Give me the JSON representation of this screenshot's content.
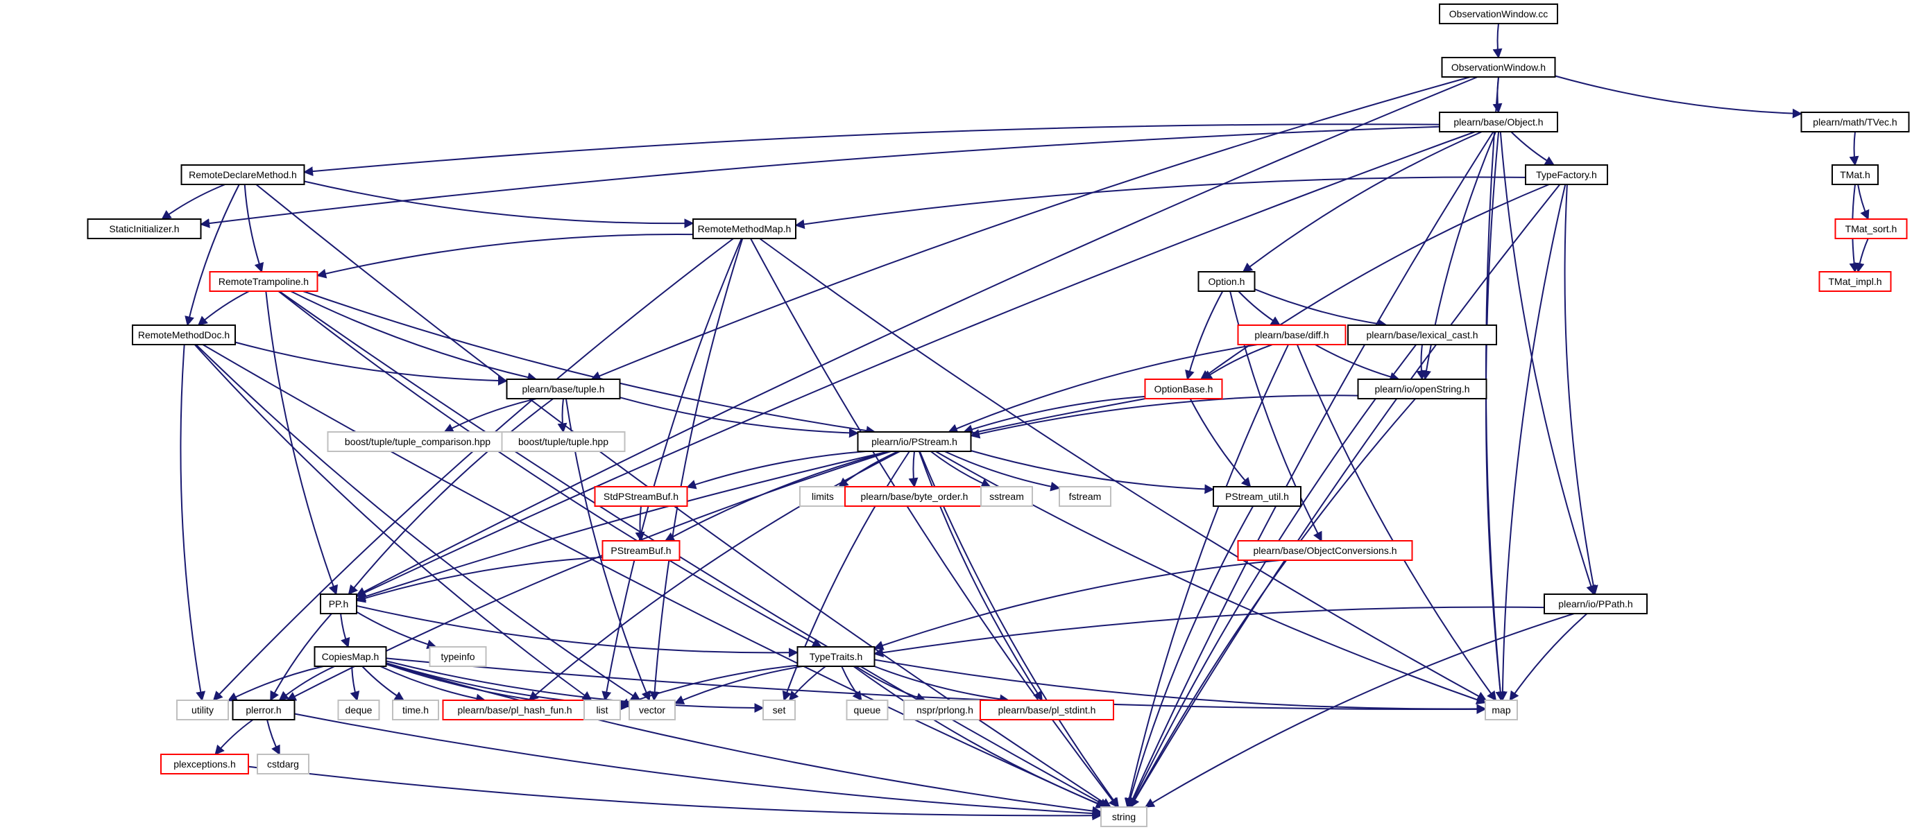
{
  "colors": {
    "edge": "#191970",
    "normal_border": "#000000",
    "truncated_border": "#ff0000",
    "system_border": "#bfbfbf",
    "root_fill": "#bfbfbf",
    "node_fill": "#ffffff"
  },
  "nodes": [
    {
      "id": "n01",
      "label": "ObservationWindow.cc",
      "kind": "root"
    },
    {
      "id": "n02",
      "label": "ObservationWindow.h",
      "kind": "normal"
    },
    {
      "id": "n03",
      "label": "plearn/base/Object.h",
      "kind": "normal"
    },
    {
      "id": "n04",
      "label": "plearn/math/TVec.h",
      "kind": "normal"
    },
    {
      "id": "n05",
      "label": "TMat.h",
      "kind": "normal"
    },
    {
      "id": "n06",
      "label": "TMat_sort.h",
      "kind": "truncated"
    },
    {
      "id": "n07",
      "label": "TMat_impl.h",
      "kind": "truncated"
    },
    {
      "id": "n08",
      "label": "RemoteDeclareMethod.h",
      "kind": "normal"
    },
    {
      "id": "n09",
      "label": "StaticInitializer.h",
      "kind": "normal"
    },
    {
      "id": "n10",
      "label": "RemoteMethodMap.h",
      "kind": "normal"
    },
    {
      "id": "n11",
      "label": "TypeFactory.h",
      "kind": "normal"
    },
    {
      "id": "n12",
      "label": "RemoteTrampoline.h",
      "kind": "truncated"
    },
    {
      "id": "n13",
      "label": "Option.h",
      "kind": "normal"
    },
    {
      "id": "n14",
      "label": "RemoteMethodDoc.h",
      "kind": "normal"
    },
    {
      "id": "n15",
      "label": "plearn/base/diff.h",
      "kind": "truncated"
    },
    {
      "id": "n16",
      "label": "plearn/base/lexical_cast.h",
      "kind": "normal"
    },
    {
      "id": "n17",
      "label": "OptionBase.h",
      "kind": "truncated"
    },
    {
      "id": "n18",
      "label": "plearn/io/openString.h",
      "kind": "normal"
    },
    {
      "id": "n19",
      "label": "plearn/base/tuple.h",
      "kind": "normal"
    },
    {
      "id": "n20",
      "label": "boost/tuple/tuple_comparison.hpp",
      "kind": "system"
    },
    {
      "id": "n21",
      "label": "boost/tuple/tuple.hpp",
      "kind": "system"
    },
    {
      "id": "n22",
      "label": "plearn/io/PStream.h",
      "kind": "normal"
    },
    {
      "id": "n23",
      "label": "StdPStreamBuf.h",
      "kind": "truncated"
    },
    {
      "id": "n24",
      "label": "limits",
      "kind": "system"
    },
    {
      "id": "n25",
      "label": "plearn/base/byte_order.h",
      "kind": "truncated"
    },
    {
      "id": "n26",
      "label": "sstream",
      "kind": "system"
    },
    {
      "id": "n27",
      "label": "fstream",
      "kind": "system"
    },
    {
      "id": "n28",
      "label": "PStream_util.h",
      "kind": "normal"
    },
    {
      "id": "n29",
      "label": "PStreamBuf.h",
      "kind": "truncated"
    },
    {
      "id": "n30",
      "label": "plearn/base/ObjectConversions.h",
      "kind": "truncated"
    },
    {
      "id": "n31",
      "label": "PP.h",
      "kind": "normal"
    },
    {
      "id": "n32",
      "label": "plearn/io/PPath.h",
      "kind": "normal"
    },
    {
      "id": "n33",
      "label": "typeinfo",
      "kind": "system"
    },
    {
      "id": "n34",
      "label": "CopiesMap.h",
      "kind": "normal"
    },
    {
      "id": "n35",
      "label": "TypeTraits.h",
      "kind": "normal"
    },
    {
      "id": "n36",
      "label": "utility",
      "kind": "system"
    },
    {
      "id": "n37",
      "label": "plerror.h",
      "kind": "normal"
    },
    {
      "id": "n38",
      "label": "deque",
      "kind": "system"
    },
    {
      "id": "n39",
      "label": "time.h",
      "kind": "system"
    },
    {
      "id": "n40",
      "label": "plearn/base/pl_hash_fun.h",
      "kind": "truncated"
    },
    {
      "id": "n41",
      "label": "list",
      "kind": "system"
    },
    {
      "id": "n42",
      "label": "vector",
      "kind": "system"
    },
    {
      "id": "n43",
      "label": "set",
      "kind": "system"
    },
    {
      "id": "n44",
      "label": "queue",
      "kind": "system"
    },
    {
      "id": "n45",
      "label": "nspr/prlong.h",
      "kind": "system"
    },
    {
      "id": "n46",
      "label": "plearn/base/pl_stdint.h",
      "kind": "truncated"
    },
    {
      "id": "n47",
      "label": "map",
      "kind": "system"
    },
    {
      "id": "n48",
      "label": "plexceptions.h",
      "kind": "truncated"
    },
    {
      "id": "n49",
      "label": "cstdarg",
      "kind": "system"
    },
    {
      "id": "n50",
      "label": "string",
      "kind": "system"
    }
  ],
  "edges": [
    [
      "n01",
      "n02"
    ],
    [
      "n02",
      "n03"
    ],
    [
      "n02",
      "n04"
    ],
    [
      "n02",
      "n31"
    ],
    [
      "n02",
      "n19"
    ],
    [
      "n02",
      "n47"
    ],
    [
      "n04",
      "n05"
    ],
    [
      "n05",
      "n06"
    ],
    [
      "n05",
      "n07"
    ],
    [
      "n06",
      "n07"
    ],
    [
      "n03",
      "n08"
    ],
    [
      "n03",
      "n09"
    ],
    [
      "n03",
      "n11"
    ],
    [
      "n03",
      "n13"
    ],
    [
      "n03",
      "n18"
    ],
    [
      "n03",
      "n31"
    ],
    [
      "n03",
      "n32"
    ],
    [
      "n03",
      "n47"
    ],
    [
      "n03",
      "n50"
    ],
    [
      "n08",
      "n09"
    ],
    [
      "n08",
      "n10"
    ],
    [
      "n08",
      "n12"
    ],
    [
      "n08",
      "n14"
    ],
    [
      "n08",
      "n50"
    ],
    [
      "n11",
      "n10"
    ],
    [
      "n11",
      "n17"
    ],
    [
      "n11",
      "n32"
    ],
    [
      "n11",
      "n47"
    ],
    [
      "n11",
      "n50"
    ],
    [
      "n10",
      "n12"
    ],
    [
      "n10",
      "n36"
    ],
    [
      "n10",
      "n41"
    ],
    [
      "n10",
      "n42"
    ],
    [
      "n10",
      "n47"
    ],
    [
      "n10",
      "n50"
    ],
    [
      "n12",
      "n14"
    ],
    [
      "n12",
      "n19"
    ],
    [
      "n12",
      "n22"
    ],
    [
      "n12",
      "n31"
    ],
    [
      "n12",
      "n35"
    ],
    [
      "n12",
      "n50"
    ],
    [
      "n13",
      "n15"
    ],
    [
      "n13",
      "n16"
    ],
    [
      "n13",
      "n17"
    ],
    [
      "n13",
      "n30"
    ],
    [
      "n14",
      "n19"
    ],
    [
      "n14",
      "n36"
    ],
    [
      "n14",
      "n42"
    ],
    [
      "n14",
      "n41"
    ],
    [
      "n14",
      "n50"
    ],
    [
      "n15",
      "n17"
    ],
    [
      "n15",
      "n18"
    ],
    [
      "n15",
      "n22"
    ],
    [
      "n15",
      "n47"
    ],
    [
      "n15",
      "n50"
    ],
    [
      "n16",
      "n18"
    ],
    [
      "n16",
      "n50"
    ],
    [
      "n17",
      "n22"
    ],
    [
      "n17",
      "n28"
    ],
    [
      "n17",
      "n31"
    ],
    [
      "n18",
      "n22"
    ],
    [
      "n18",
      "n50"
    ],
    [
      "n19",
      "n20"
    ],
    [
      "n19",
      "n21"
    ],
    [
      "n19",
      "n22"
    ],
    [
      "n19",
      "n31"
    ],
    [
      "n19",
      "n42"
    ],
    [
      "n22",
      "n23"
    ],
    [
      "n22",
      "n24"
    ],
    [
      "n22",
      "n25"
    ],
    [
      "n22",
      "n26"
    ],
    [
      "n22",
      "n27"
    ],
    [
      "n22",
      "n28"
    ],
    [
      "n22",
      "n29"
    ],
    [
      "n22",
      "n37"
    ],
    [
      "n22",
      "n40"
    ],
    [
      "n22",
      "n43"
    ],
    [
      "n22",
      "n46"
    ],
    [
      "n22",
      "n47"
    ],
    [
      "n22",
      "n50"
    ],
    [
      "n23",
      "n29"
    ],
    [
      "n29",
      "n31"
    ],
    [
      "n28",
      "n50"
    ],
    [
      "n30",
      "n35"
    ],
    [
      "n31",
      "n33"
    ],
    [
      "n31",
      "n34"
    ],
    [
      "n31",
      "n35"
    ],
    [
      "n31",
      "n37"
    ],
    [
      "n32",
      "n35"
    ],
    [
      "n32",
      "n47"
    ],
    [
      "n32",
      "n50"
    ],
    [
      "n34",
      "n36"
    ],
    [
      "n34",
      "n37"
    ],
    [
      "n34",
      "n38"
    ],
    [
      "n34",
      "n39"
    ],
    [
      "n34",
      "n40"
    ],
    [
      "n34",
      "n41"
    ],
    [
      "n34",
      "n42"
    ],
    [
      "n34",
      "n43"
    ],
    [
      "n34",
      "n47"
    ],
    [
      "n34",
      "n50"
    ],
    [
      "n35",
      "n41"
    ],
    [
      "n35",
      "n42"
    ],
    [
      "n35",
      "n43"
    ],
    [
      "n35",
      "n44"
    ],
    [
      "n35",
      "n45"
    ],
    [
      "n35",
      "n46"
    ],
    [
      "n35",
      "n47"
    ],
    [
      "n35",
      "n50"
    ],
    [
      "n37",
      "n48"
    ],
    [
      "n37",
      "n49"
    ],
    [
      "n37",
      "n50"
    ],
    [
      "n48",
      "n50"
    ]
  ]
}
